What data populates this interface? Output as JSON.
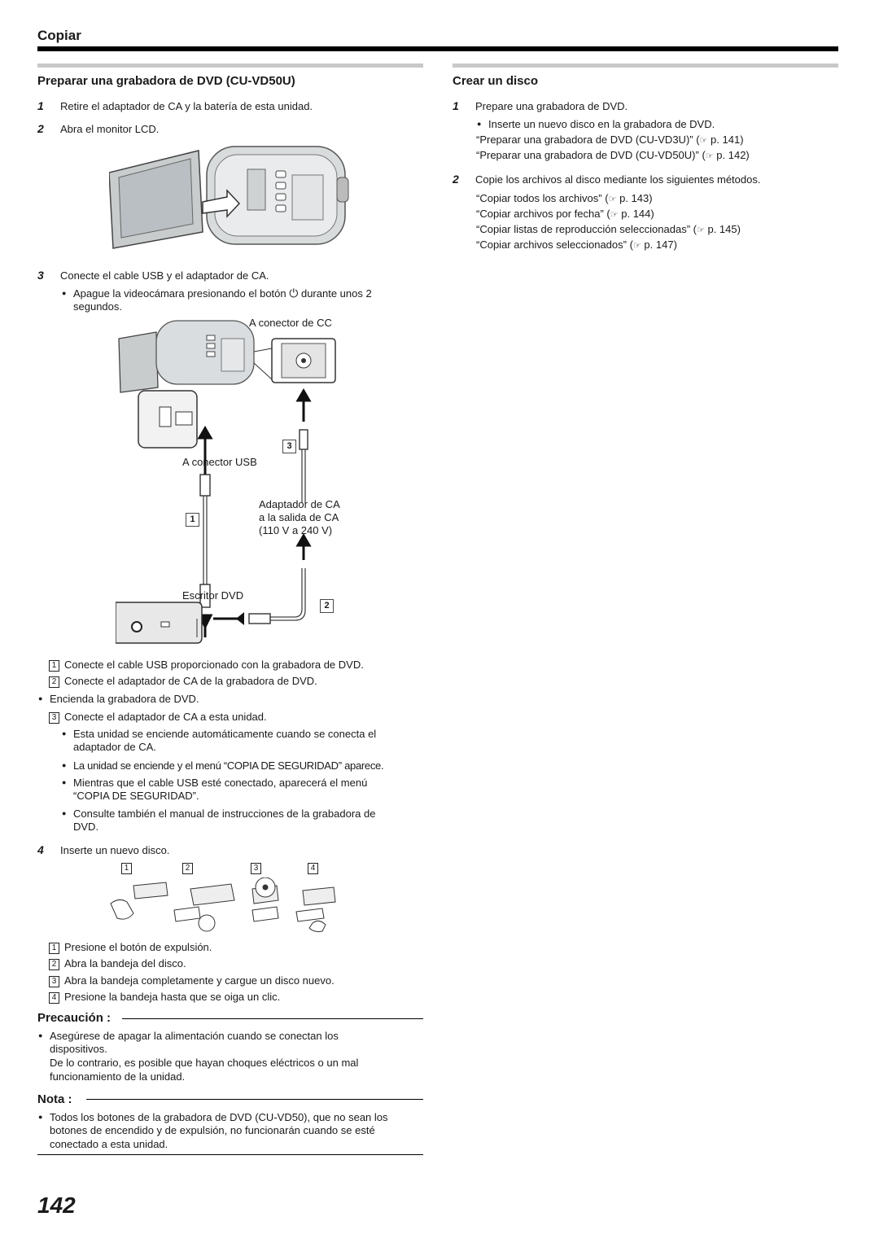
{
  "header": {
    "title": "Copiar"
  },
  "left": {
    "section_title": "Preparar una grabadora de DVD (CU-VD50U)",
    "steps": [
      {
        "num": "1",
        "text": "Retire el adaptador de CA y la batería de esta unidad."
      },
      {
        "num": "2",
        "text": "Abra el monitor LCD."
      },
      {
        "num": "3",
        "text": "Conecte el cable USB y el adaptador de CA."
      },
      {
        "num": "4",
        "text": "Inserte un nuevo disco."
      }
    ],
    "step3_bullet_a": "Apague la videocámara presionando el botón",
    "step3_bullet_b": "durante unos 2",
    "step3_bullet_c": "segundos.",
    "diagram": {
      "dc_connector": "A conector de CC",
      "usb_connector": "A conector USB",
      "ac_adapter_1": "Adaptador de CA",
      "ac_adapter_2": "a la salida de CA",
      "ac_adapter_3": "(110 V a 240 V)",
      "dvd_writer": "Escritor DVD",
      "callout_1": "1",
      "callout_2": "2",
      "callout_3": "3"
    },
    "connect_items": [
      {
        "num": "1",
        "text": "Conecte el cable USB proporcionado con la grabadora de DVD."
      },
      {
        "num": "2",
        "text": "Conecte el adaptador de CA de la grabadora de DVD."
      }
    ],
    "power_on": "Encienda la grabadora de DVD.",
    "connect_item3": {
      "num": "3",
      "text": "Conecte el adaptador de CA a esta unidad."
    },
    "after_bullets": [
      "Esta unidad se enciende automáticamente cuando se conecta el",
      "adaptador de CA.",
      "La unidad se enciende y el menú “COPIA DE SEGURIDAD” aparece.",
      "Mientras que el cable USB esté conectado, aparecerá el menú",
      "“COPIA DE SEGURIDAD”.",
      "Consulte también el manual de instrucciones de la grabadora de",
      "DVD."
    ],
    "disc_steps_labels": [
      "1",
      "2",
      "3",
      "4"
    ],
    "disc_items": [
      {
        "num": "1",
        "text": "Presione el botón de expulsión."
      },
      {
        "num": "2",
        "text": "Abra la bandeja del disco."
      },
      {
        "num": "3",
        "text": "Abra la bandeja completamente y cargue un disco nuevo."
      },
      {
        "num": "4",
        "text": "Presione la bandeja hasta que se oiga un clic."
      }
    ],
    "caution": {
      "title": "Precaución :",
      "lines": [
        "Asegúrese de apagar la alimentación cuando se conectan los",
        "dispositivos.",
        "De lo contrario, es posible que hayan choques eléctricos o un mal",
        "funcionamiento de la unidad."
      ]
    },
    "note": {
      "title": "Nota :",
      "lines": [
        "Todos los botones de la grabadora de DVD (CU-VD50), que no sean los",
        "botones de encendido y de expulsión, no funcionarán cuando se esté",
        "conectado a esta unidad."
      ]
    }
  },
  "right": {
    "section_title": "Crear un disco",
    "step1": {
      "num": "1",
      "text": "Prepare una grabadora de DVD."
    },
    "step1_bullet": "Inserte un nuevo disco en la grabadora de DVD.",
    "step1_refs": [
      {
        "text": "“Preparar una grabadora de DVD (CU-VD3U)” (",
        "page": "p. 141)"
      },
      {
        "text": "“Preparar una grabadora de DVD (CU-VD50U)” (",
        "page": "p. 142)"
      }
    ],
    "step2": {
      "num": "2",
      "text": "Copie los archivos al disco mediante los siguientes métodos."
    },
    "step2_refs": [
      {
        "text": "“Copiar todos los archivos” (",
        "page": "p. 143)"
      },
      {
        "text": "“Copiar archivos por fecha” (",
        "page": "p. 144)"
      },
      {
        "text": "“Copiar listas de reproducción seleccionadas” (",
        "page": "p. 145)"
      },
      {
        "text": "“Copiar archivos seleccionados” (",
        "page": "p. 147)"
      }
    ]
  },
  "page_number": "142",
  "icons": {
    "reference": "pointing-hand-icon",
    "power": "power-icon"
  }
}
